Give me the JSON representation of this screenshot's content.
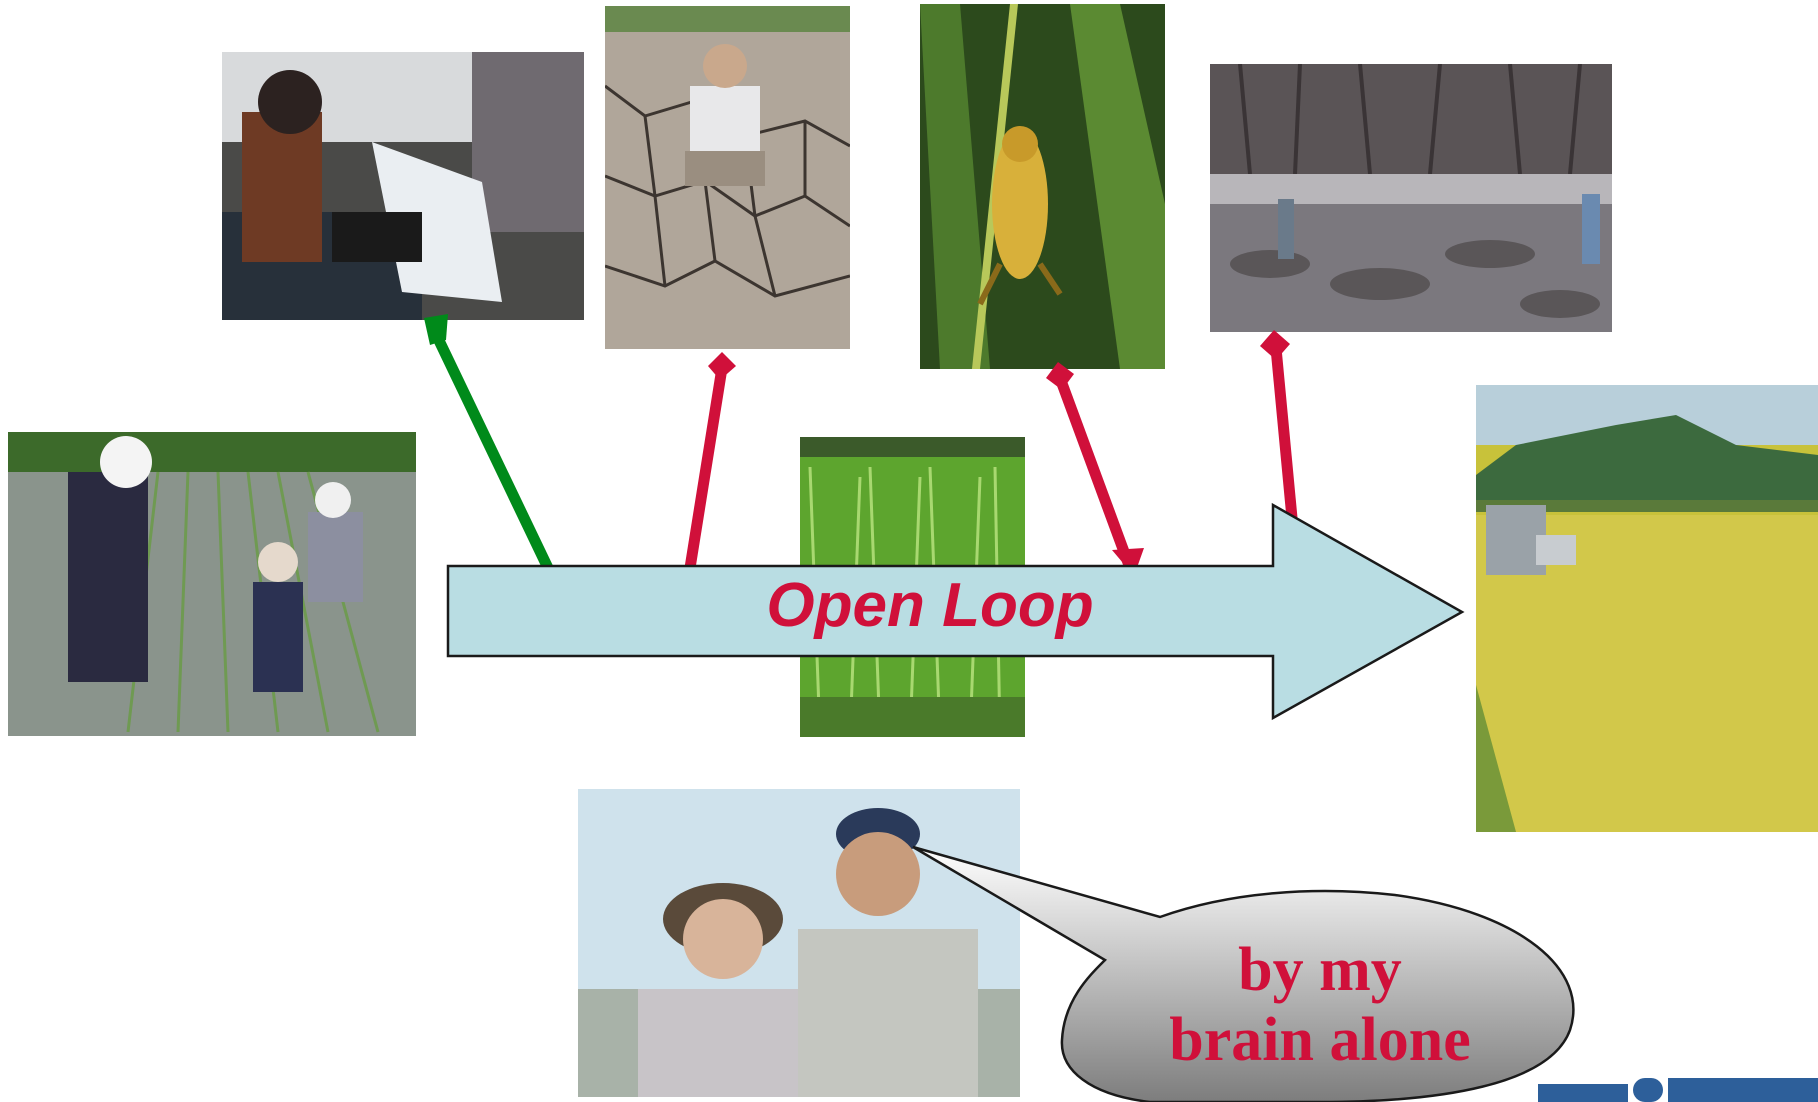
{
  "arrow": {
    "label": "Open Loop",
    "fill": "#b9dde3",
    "text_color": "#d0103a"
  },
  "bubble": {
    "line1": "by my",
    "line2": "brain alone",
    "text_color": "#d0103a"
  },
  "connectors": {
    "good_color": "#008a1a",
    "bad_color": "#d0103a"
  },
  "photos": [
    {
      "name": "planting-photo",
      "subject": "workers planting rice seedlings in flooded paddy"
    },
    {
      "name": "fertilizer-photo",
      "subject": "woman sitting with fertilizer sack"
    },
    {
      "name": "drought-photo",
      "subject": "man crouching on cracked dry earth"
    },
    {
      "name": "insect-photo",
      "subject": "grasshopper on rice stem"
    },
    {
      "name": "flood-photo",
      "subject": "debris-covered field after flood"
    },
    {
      "name": "growing-rice-photo",
      "subject": "green rice plants"
    },
    {
      "name": "harvest-photo",
      "subject": "combine harvesting golden rice field"
    },
    {
      "name": "farmers-photo",
      "subject": "two farmers in hats"
    }
  ]
}
